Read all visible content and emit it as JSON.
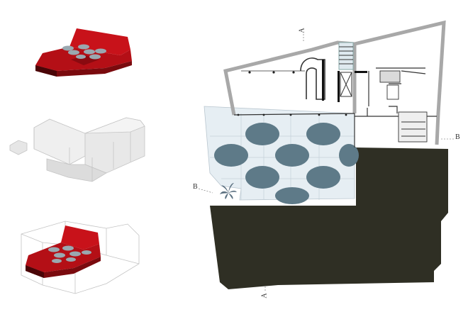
{
  "section_labels": {
    "a_top": "A",
    "a_bottom": "A",
    "b_left": "B",
    "b_right": "B"
  },
  "colors": {
    "massing_red": "#c8121a",
    "massing_red_dark": "#7a0a0e",
    "massing_red_shadow": "#4a0507",
    "skylight_grey": "#9aa8b0",
    "ghost_volume": "#e9e9e9",
    "ghost_edge": "#c4c4c4",
    "wall": "#a8a8a8",
    "glass_floor": "#e6eef3",
    "oval_skylight": "#5e7a88",
    "dark_ground": "#2f2f24",
    "plant": "#5b7080"
  },
  "icons": {
    "plant": "plant-icon",
    "stair": "stair-icon"
  }
}
